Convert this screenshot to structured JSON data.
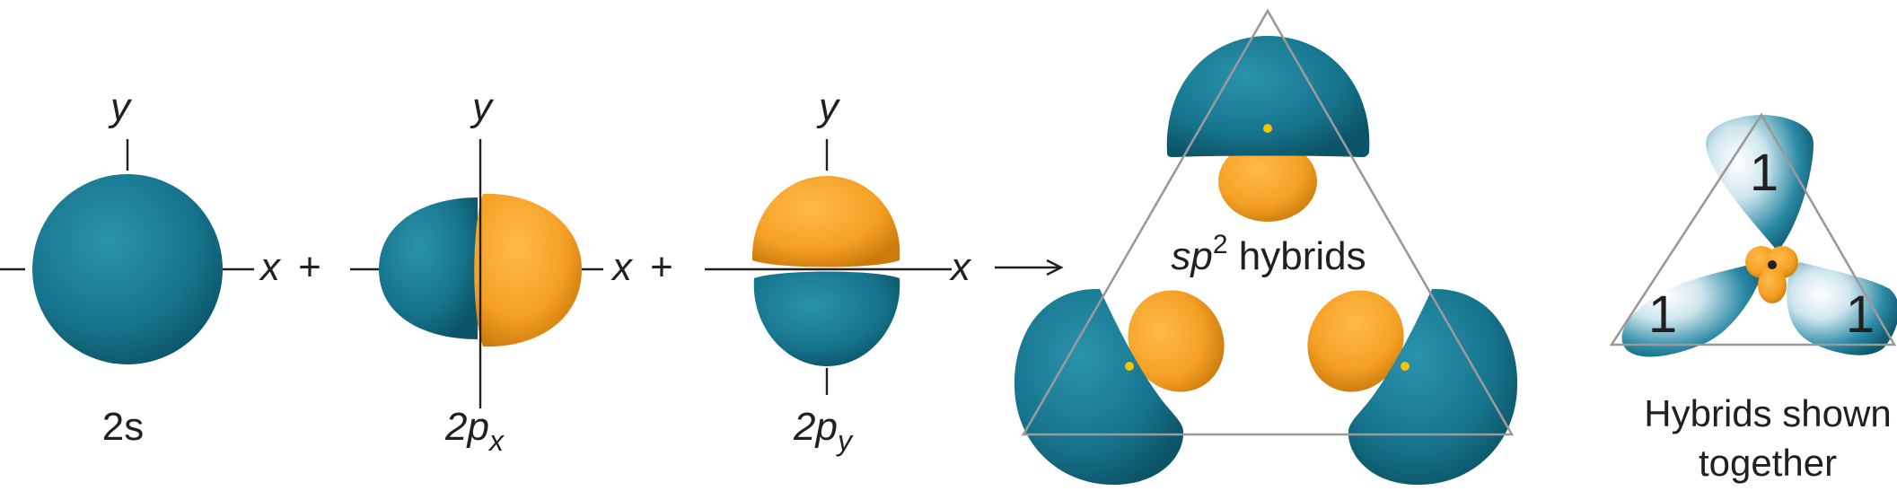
{
  "orbitals": {
    "s": {
      "label": "2s",
      "axis_y": "y",
      "axis_x": "x"
    },
    "px": {
      "label_main": "2p",
      "label_sub": "x",
      "axis_y": "y",
      "axis_x": "x"
    },
    "py": {
      "label_main": "2p",
      "label_sub": "y",
      "axis_y": "y",
      "axis_x": "x"
    }
  },
  "operators": {
    "plus": "+",
    "arrow": "→"
  },
  "hybrids": {
    "label_main": "sp",
    "label_sup": "2",
    "label_rest": " hybrids"
  },
  "together": {
    "line1": "Hybrids shown",
    "line2": "together",
    "lobe_labels": [
      "1",
      "1",
      "1"
    ]
  },
  "colors": {
    "teal": "#1a7a94",
    "teal_dark": "#0f5a70",
    "orange": "#f4a024",
    "orange_dark": "#d9820e",
    "triangle": "#9a9a9a",
    "nucleus_dot": "#f5c400"
  }
}
